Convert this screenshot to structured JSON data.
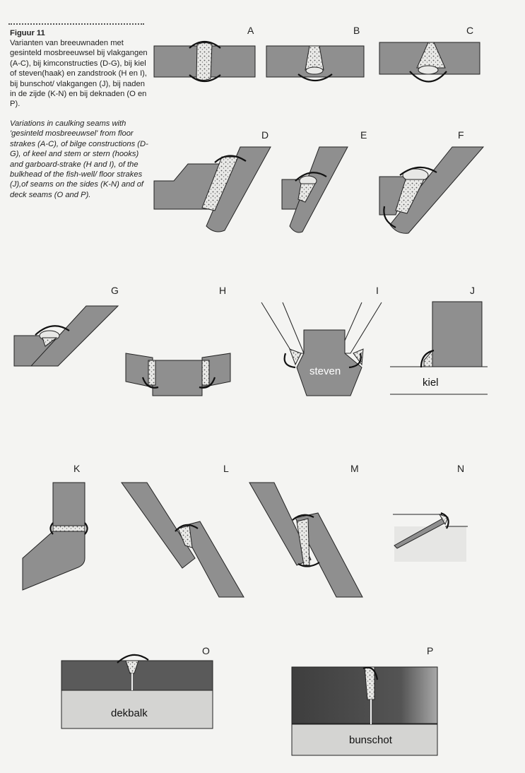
{
  "caption": {
    "title": "Figuur 11",
    "dutch": "Varianten van breeuwnaden met gesinteld mosbreeuwsel bij vlakgangen (A-C), bij kimconstructies (D-G), bij kiel of steven(haak) en zandstrook (H en I), bij bunschot/ vlakgangen (J), bij naden in de zijde (K-N) en bij deknaden (O en P).",
    "english": "Variations in caulking seams with 'gesinteld mosbreeuwsel' from floor strakes (A-C), of bilge constructions (D-G), of keel and stem or stern (hooks) and garboard-strake (H and I), of the bulkhead of the fish-well/ floor strakes (J),of seams on the sides (K-N) and of deck seams (O and P)."
  },
  "panel_letters": [
    "A",
    "B",
    "C",
    "D",
    "E",
    "F",
    "G",
    "H",
    "I",
    "J",
    "K",
    "L",
    "M",
    "N",
    "O",
    "P"
  ],
  "part_labels": {
    "steven": "steven",
    "kiel": "kiel",
    "dekbalk": "dekbalk",
    "bunschot": "bunschot"
  },
  "colors": {
    "plank": "#8f8f8f",
    "dark_plank": "#5a5a5a",
    "light_part": "#d4d4d2",
    "filler": "#e8e8e6",
    "line": "#222222",
    "paper": "#f4f4f2"
  }
}
